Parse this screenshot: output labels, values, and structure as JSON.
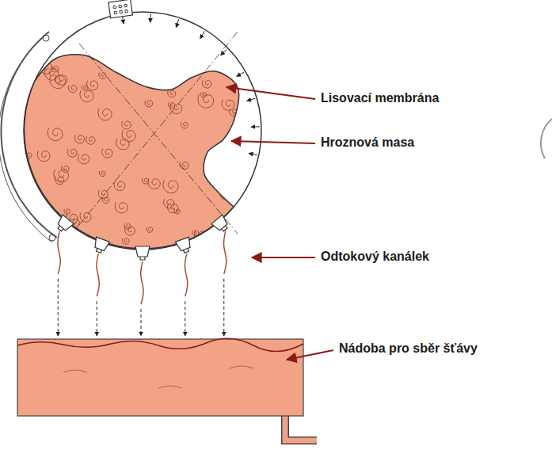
{
  "diagram": {
    "labels": [
      "Lisovací membrána",
      "Hroznová masa",
      "Odtokový kanálek",
      "Nádoba pro sběr šťávy"
    ]
  }
}
